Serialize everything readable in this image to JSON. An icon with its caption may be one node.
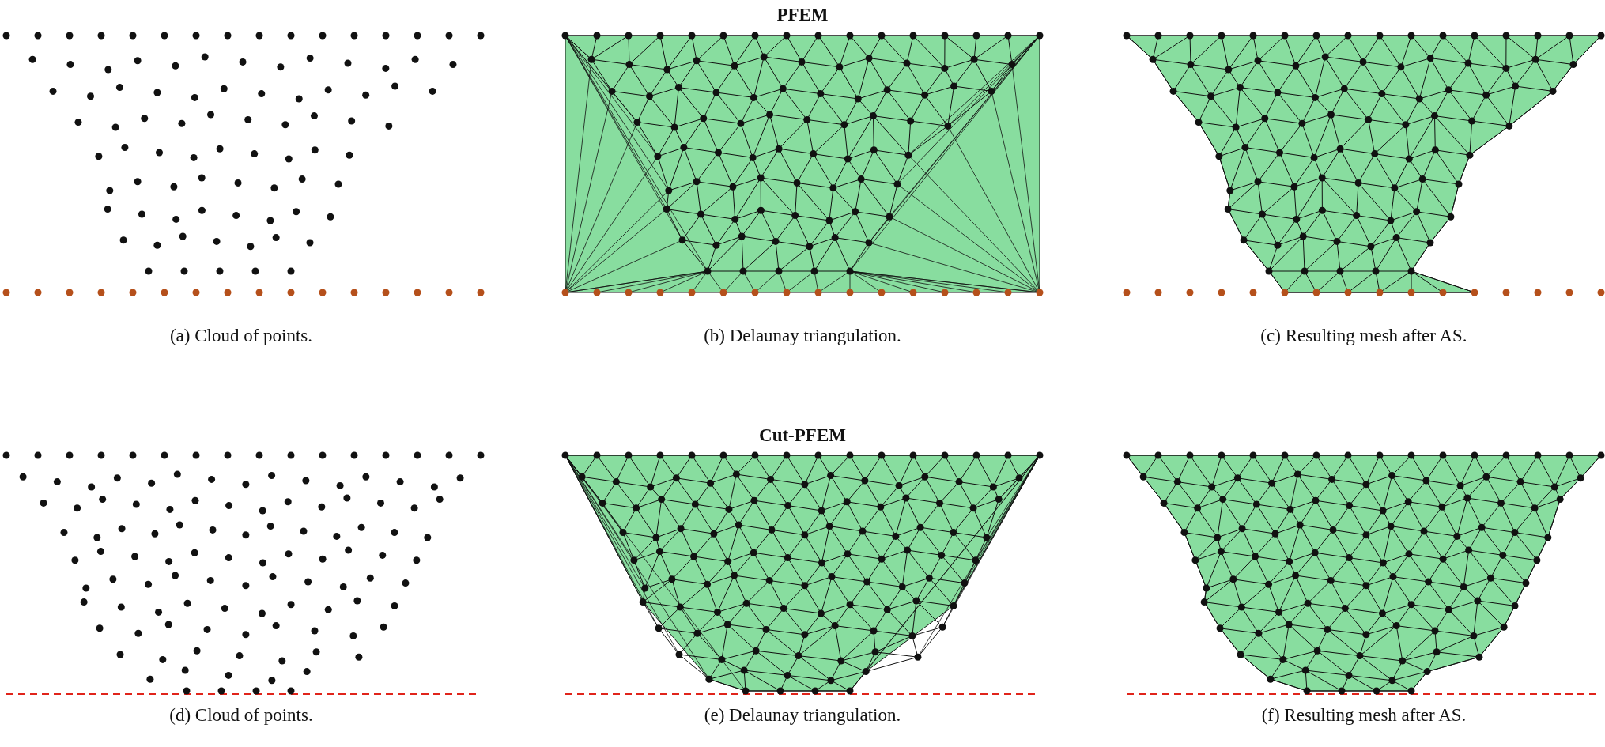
{
  "diagram": {
    "labels": [
      "PFEM",
      "(a) Cloud of points.",
      "(b) Delaunay triangulation.",
      "(c) Resulting mesh after AS.",
      "Cut-PFEM",
      "(d) Cloud of points.",
      "(e) Delaunay triangulation.",
      "(f) Resulting mesh after AS."
    ]
  }
}
